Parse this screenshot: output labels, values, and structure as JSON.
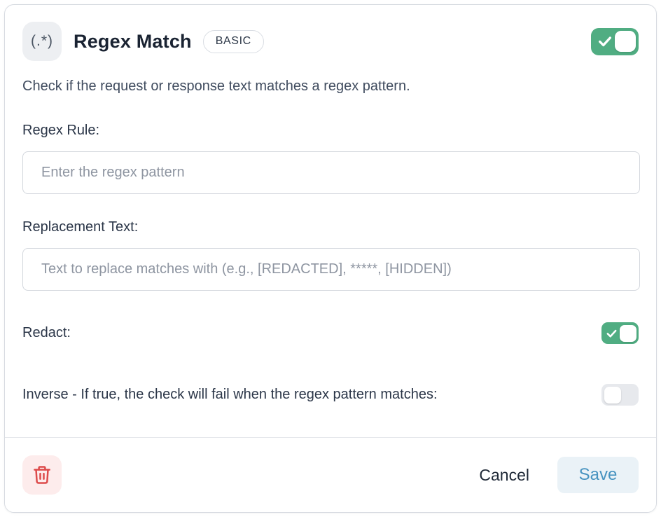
{
  "header": {
    "icon_glyph": "(.*)",
    "title": "Regex Match",
    "badge": "BASIC",
    "enabled_toggle": {
      "on": true
    }
  },
  "description": "Check if the request or response text matches a regex pattern.",
  "fields": {
    "regex_rule": {
      "label": "Regex Rule:",
      "placeholder": "Enter the regex pattern",
      "value": ""
    },
    "replacement_text": {
      "label": "Replacement Text:",
      "placeholder": "Text to replace matches with (e.g., [REDACTED], *****, [HIDDEN])",
      "value": ""
    },
    "redact": {
      "label": "Redact:",
      "on": true
    },
    "inverse": {
      "label": "Inverse - If true, the check will fail when the regex pattern matches:",
      "on": false
    }
  },
  "footer": {
    "delete_icon": "trash-icon",
    "cancel_label": "Cancel",
    "save_label": "Save"
  },
  "colors": {
    "toggle_on": "#50ad82",
    "toggle_off": "#e7e9ed",
    "save_bg": "#eaf2f7",
    "save_text": "#4793c0",
    "danger": "#dd4b4b",
    "danger_bg": "#fdecec"
  }
}
